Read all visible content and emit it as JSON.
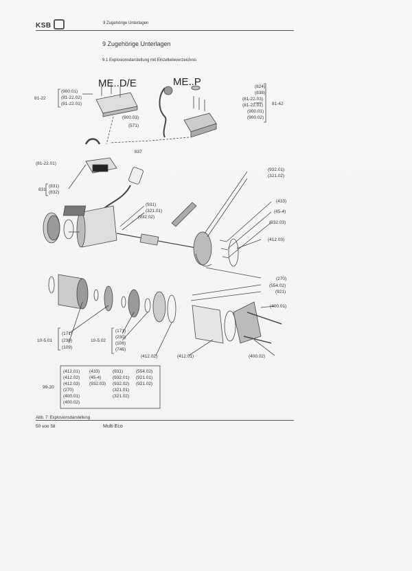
{
  "header": {
    "logo": "KSB",
    "chapter": "9 Zugehörige Unterlagen"
  },
  "section": {
    "title": "9 Zugehörige Unterlagen",
    "subsection": "9.1 Explosionsdarstellung mit Einzelteileverzeichnis"
  },
  "diagram": {
    "variant_left": "ME..D/E",
    "variant_right": "ME..P",
    "group_81_22": {
      "label": "81-22",
      "items": [
        "(900.01)",
        "(81-22.02)",
        "(81-22.01)"
      ]
    },
    "group_81_42": {
      "label": "81-42",
      "items": [
        "(824)",
        "(838)",
        "(81-22.03)",
        "(81-22.01)",
        "(900.01)",
        "(900.02)"
      ]
    },
    "labels": {
      "l_900_03": "(900.03)",
      "l_571": "(571)",
      "l_837": "837",
      "l_81_22_01": "(81-22.01)",
      "l_932_01": "(932.01)",
      "l_321_02": "(321.02)",
      "l_931": "(931)",
      "l_321_01": "(321.01)",
      "l_932_02": "(932.02)",
      "l_433": "(433)",
      "l_45_4": "(45-4)",
      "l_932_03": "(932.03)",
      "l_412_03": "(412.03)",
      "l_270": "(270)",
      "l_554_02": "(554.02)",
      "l_921": "(921)",
      "l_400_01": "(400.01)",
      "l_412_02": "(412.02)",
      "l_412_01": "(412.01)",
      "l_400_02": "(400.02)"
    },
    "group_831": {
      "label": "831",
      "items": [
        "(831)",
        "(832)"
      ]
    },
    "group_10_5_01": {
      "label": "10-5.01",
      "items": [
        "(171)",
        "(230)",
        "(109)"
      ]
    },
    "group_10_5_02": {
      "label": "10-5.02",
      "items": [
        "(171)",
        "(230)",
        "(106)",
        "(746)"
      ]
    },
    "group_99_20": {
      "label": "99-20",
      "col1": [
        "(412.01)",
        "(412.02)",
        "(412.03)",
        "(270)",
        "(400.01)",
        "(400.02)"
      ],
      "col2": [
        "(433)",
        "(45-4)",
        "(932.03)"
      ],
      "col3": [
        "(931)",
        "(932.01)",
        "(932.02)",
        "(321.01)",
        "(321.02)"
      ],
      "col4": [
        "(554.02)",
        "(921.01)",
        "(921.02)"
      ]
    }
  },
  "caption": "Abb. 7: Explosionsdarstellung",
  "footer": {
    "page": "50 von 58",
    "product": "Multi Eco"
  }
}
